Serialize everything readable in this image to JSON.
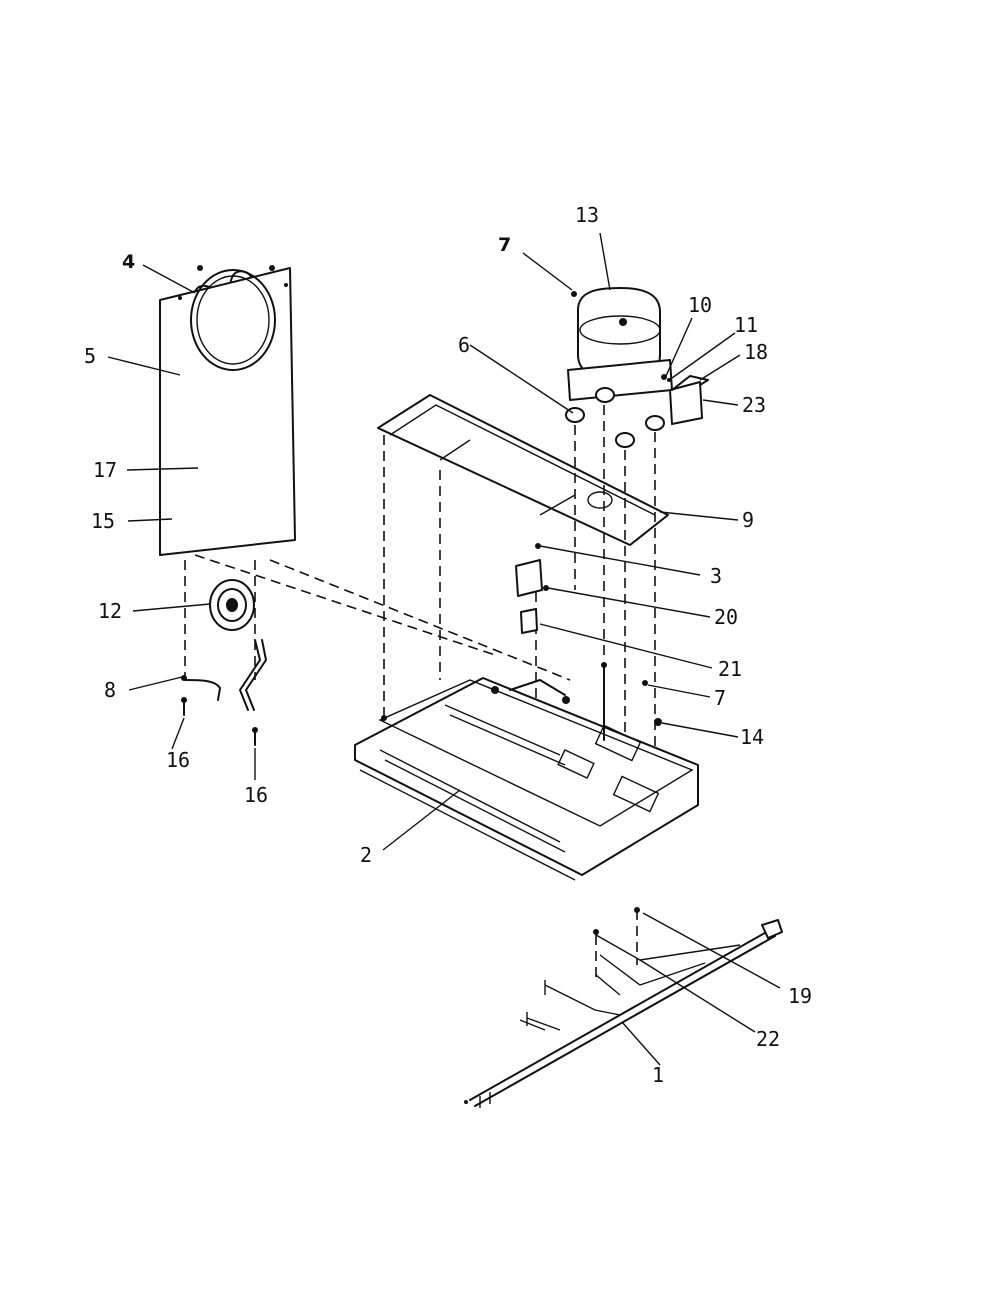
{
  "callouts": {
    "c1": "1",
    "c2": "2",
    "c3": "3",
    "c4": "4",
    "c5": "5",
    "c6": "6",
    "c7a": "7",
    "c7b": "7",
    "c8": "8",
    "c9": "9",
    "c10": "10",
    "c11": "11",
    "c12": "12",
    "c13": "13",
    "c14": "14",
    "c15": "15",
    "c16a": "16",
    "c16b": "16",
    "c17": "17",
    "c18": "18",
    "c19": "19",
    "c20": "20",
    "c21": "21",
    "c22": "22",
    "c23": "23"
  }
}
